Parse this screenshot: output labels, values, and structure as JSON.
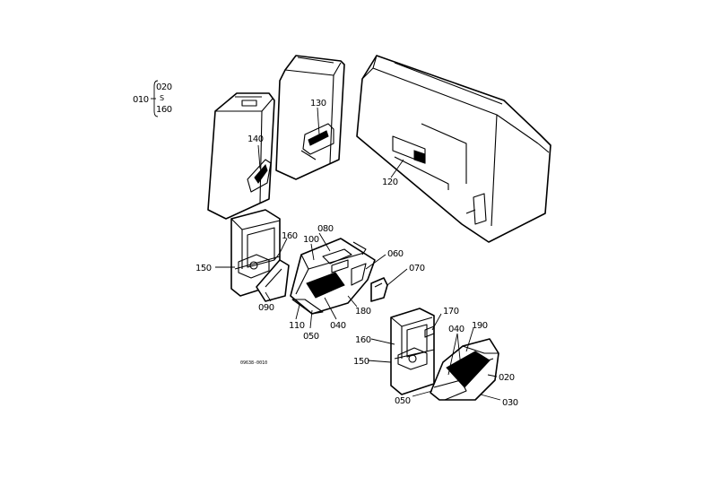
{
  "callouts": {
    "c010": "010",
    "c020_range_start": "020",
    "c_range_sep": "S",
    "c160_range_end": "160",
    "c140": "140",
    "c130": "130",
    "c120": "120",
    "c080": "080",
    "c100": "100",
    "c160_a": "160",
    "c150_a": "150",
    "c060": "060",
    "c070": "070",
    "c090": "090",
    "c110": "110",
    "c050_a": "050",
    "c040_a": "040",
    "c180": "180",
    "c170": "170",
    "c040_b": "040",
    "c190": "190",
    "c160_b": "160",
    "c150_b": "150",
    "c020": "020",
    "c050_b": "050",
    "c030": "030"
  },
  "drawing_code": "09638-0010"
}
